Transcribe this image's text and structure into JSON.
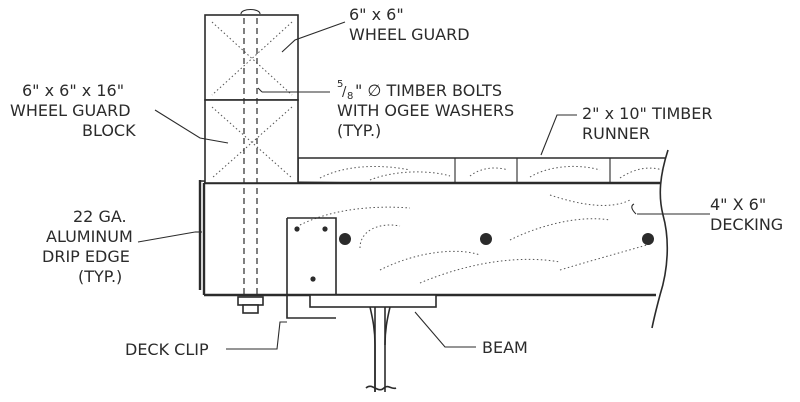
{
  "labels": {
    "wheel_guard_1": "6\" x 6\"",
    "wheel_guard_2": "WHEEL GUARD",
    "block_1": "6\" x 6\" x 16\"",
    "block_2": "WHEEL GUARD",
    "block_3": "BLOCK",
    "bolts_frac_num": "5",
    "bolts_frac_den": "8",
    "bolts_1": "\" ∅ TIMBER BOLTS",
    "bolts_2": "WITH OGEE WASHERS",
    "bolts_3": "(TYP.)",
    "runner_1": "2\" x 10\"  TIMBER",
    "runner_2": "RUNNER",
    "decking_1": "4\" X 6\"",
    "decking_2": "DECKING",
    "drip_1": "22 GA.",
    "drip_2": "ALUMINUM",
    "drip_3": "DRIP EDGE",
    "drip_4": "(TYP.)",
    "deck_clip": "DECK CLIP",
    "beam": "BEAM"
  }
}
